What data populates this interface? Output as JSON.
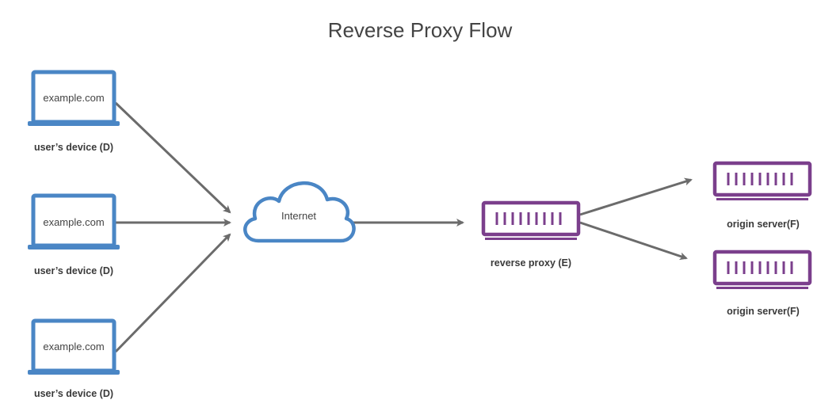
{
  "title": "Reverse Proxy Flow",
  "devices": [
    {
      "screen_text": "example.com",
      "label": "user’s device (D)"
    },
    {
      "screen_text": "example.com",
      "label": "user’s device (D)"
    },
    {
      "screen_text": "example.com",
      "label": "user’s device (D)"
    }
  ],
  "cloud": {
    "label": "Internet"
  },
  "proxy": {
    "label": "reverse proxy (E)"
  },
  "origins": [
    {
      "label": "origin server(F)"
    },
    {
      "label": "origin server(F)"
    }
  ],
  "colors": {
    "device": "#4a86c5",
    "server": "#7b3f8c",
    "arrow": "#6b6b6b",
    "text": "#3a3a3a"
  }
}
